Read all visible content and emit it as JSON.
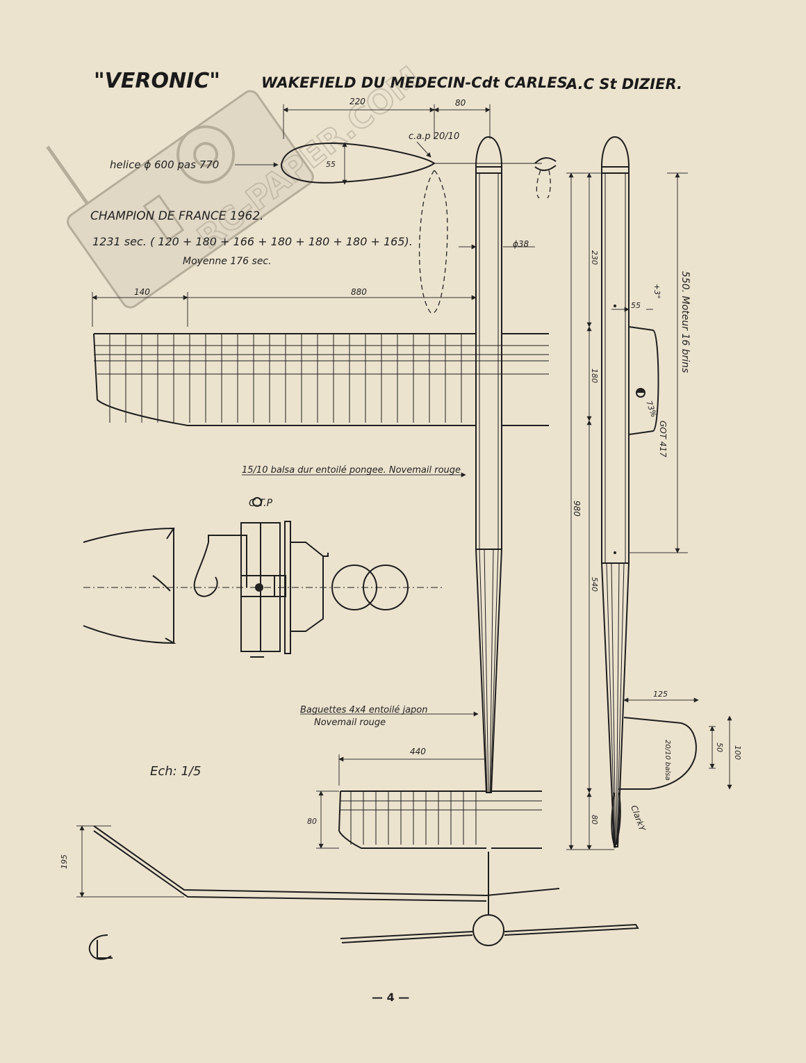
{
  "header": {
    "model_name": "\"VERONIC\"",
    "subtitle": "WAKEFIELD DU MEDECIN-Cdt CARLES.",
    "club": "A.C St DIZIER."
  },
  "notes": {
    "propeller": "helice ϕ 600 pas 770",
    "champion": "CHAMPION DE FRANCE 1962.",
    "score": "1231 sec. ( 120 + 180 + 166 + 180 + 180 + 180 + 165).",
    "average": "Moyenne 176 sec.",
    "covering_wing": "15/10 balsa dur entoilé pongee. Novemail rouge",
    "covering_fuselage_1": "Baguettes 4x4 entoilé japon",
    "covering_fuselage_2": "Novemail rouge",
    "scale": "Ech: 1/5",
    "ctp": "C.T.P",
    "cap": "c.a.p 20/10",
    "motor": "550. Moteur 16 brins",
    "incidence": "+3°",
    "wing_profile": "GOT 417",
    "pct": "73%",
    "fin_material": "20/10 balsa",
    "stab_profile": "ClarkY",
    "page": "— 4 —"
  },
  "dimensions": {
    "d220": "220",
    "d80_top": "80",
    "d55_prop": "55",
    "d38": "ϕ38",
    "d140": "140",
    "d880": "880",
    "d230": "230",
    "d180": "180",
    "d55": "55",
    "d980": "980",
    "d540": "540",
    "d80_tail": "80",
    "d125": "125",
    "d50": "50",
    "d100": "100",
    "d440": "440",
    "d80_stab": "80",
    "d195": "195"
  },
  "watermark": {
    "text": "RC-PAPER.COM"
  }
}
